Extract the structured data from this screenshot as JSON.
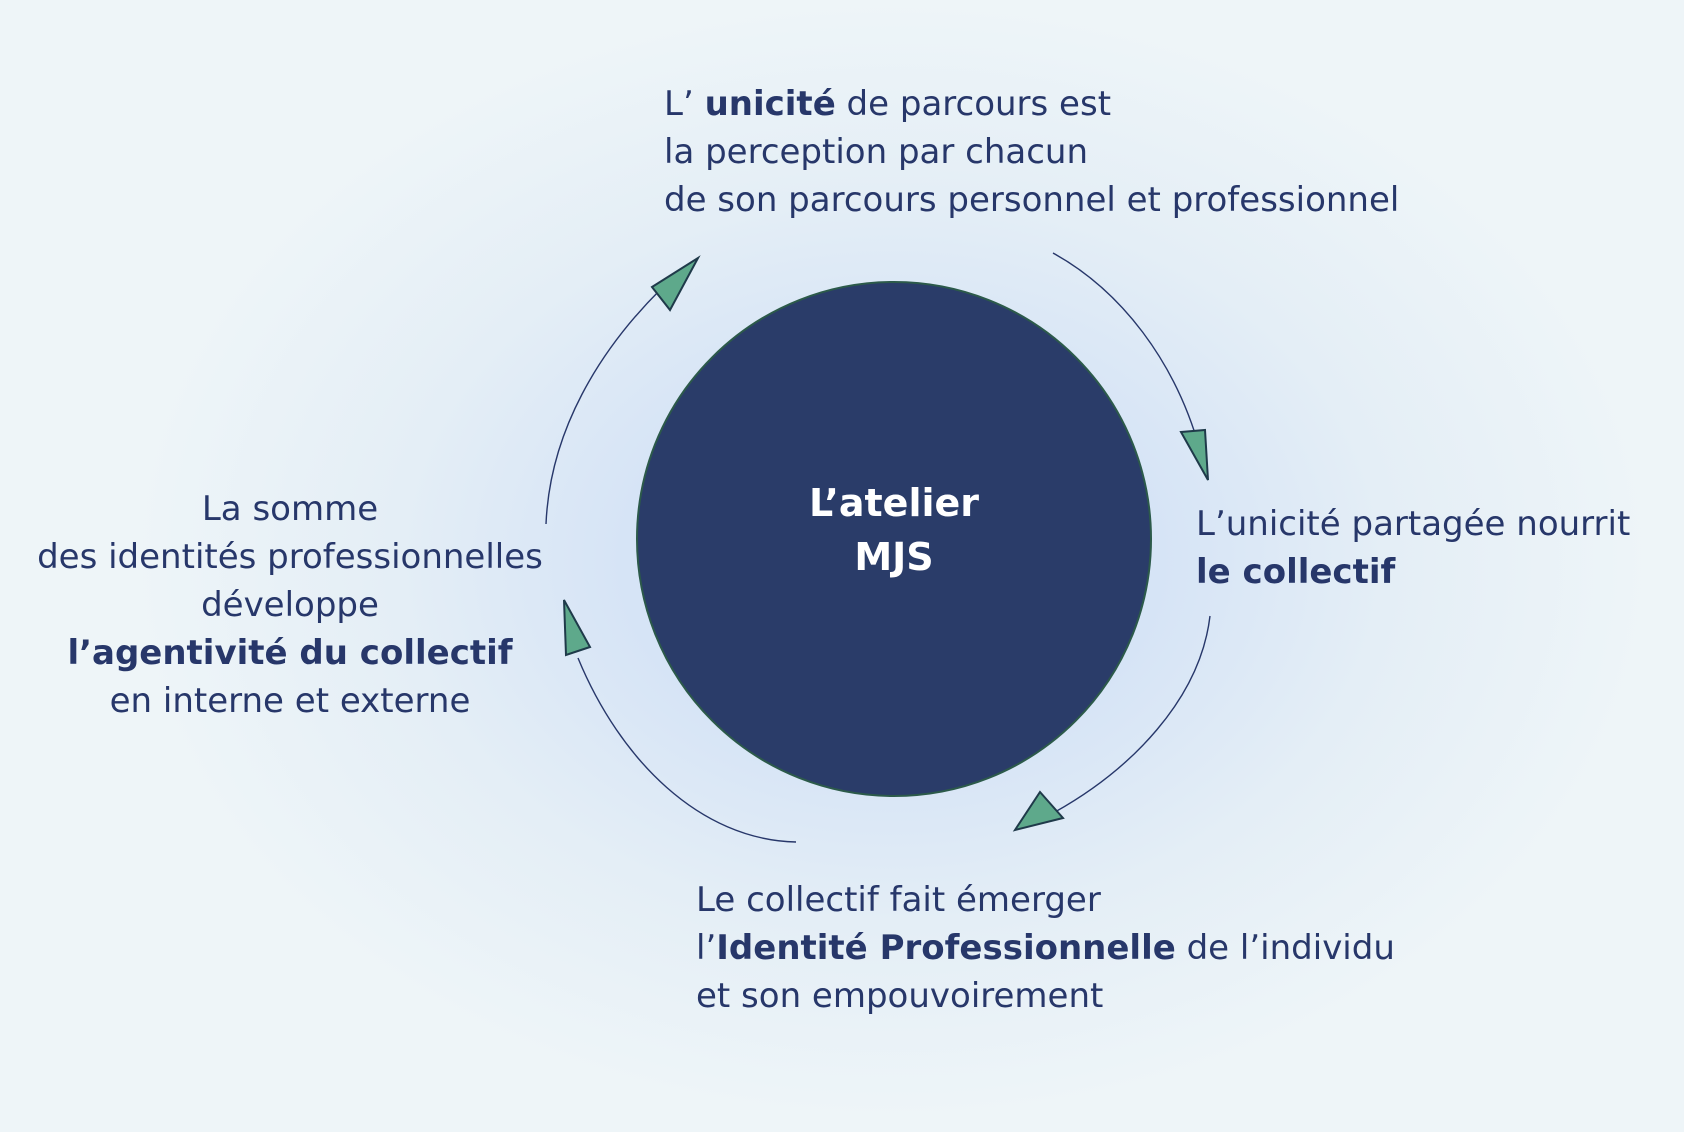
{
  "center": {
    "line1": "L’atelier",
    "line2": "MJS"
  },
  "steps": {
    "top": {
      "l1_pre": "L’ ",
      "l1_bold": "unicité",
      "l1_post": " de parcours est",
      "l2": "la perception par chacun",
      "l3": "de son parcours personnel et professionnel"
    },
    "right": {
      "l1": "L’unicité partagée nourrit",
      "l2_bold": "le collectif"
    },
    "bottom": {
      "l1": "Le collectif fait émerger",
      "l2_pre": "l’",
      "l2_bold": "Identité Professionnelle",
      "l2_post": " de l’individu",
      "l3": "et son empouvoirement"
    },
    "left": {
      "l1": "La somme",
      "l2": "des identités professionnelles",
      "l3": "développe",
      "l4_bold": "l’agentivité du collectif",
      "l5": "en interne et externe"
    }
  },
  "colors": {
    "circle_fill": "#2a3c69",
    "circle_stroke": "#2c5a4a",
    "text": "#27376a",
    "arrowhead_fill": "#5ea98b",
    "arrowhead_stroke": "#1f3a4a",
    "arc_stroke": "#27376a"
  }
}
